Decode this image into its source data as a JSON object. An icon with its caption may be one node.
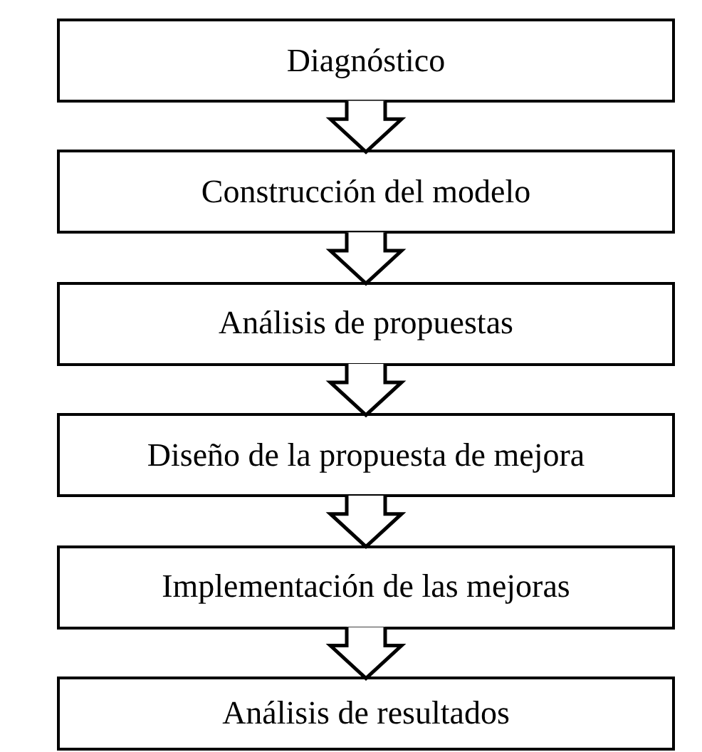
{
  "diagram": {
    "nodes": [
      {
        "text": [
          "Diagnóstico"
        ]
      },
      {
        "text": [
          "Construcción del modelo"
        ]
      },
      {
        "text": [
          "Análisis de propuestas"
        ]
      },
      {
        "text": [
          "Diseño de la propuesta de mejora"
        ]
      },
      {
        "text": [
          "Implementación de las mejoras"
        ]
      },
      {
        "text": [
          "Análisis de resultados"
        ]
      }
    ],
    "edges": [
      {
        "from": 0,
        "to": 1,
        "arrow": "to"
      },
      {
        "from": 1,
        "to": 2,
        "arrow": "to"
      },
      {
        "from": 2,
        "to": 3,
        "arrow": "to"
      },
      {
        "from": 3,
        "to": 4,
        "arrow": "to"
      },
      {
        "from": 4,
        "to": 5,
        "arrow": "to"
      }
    ]
  }
}
